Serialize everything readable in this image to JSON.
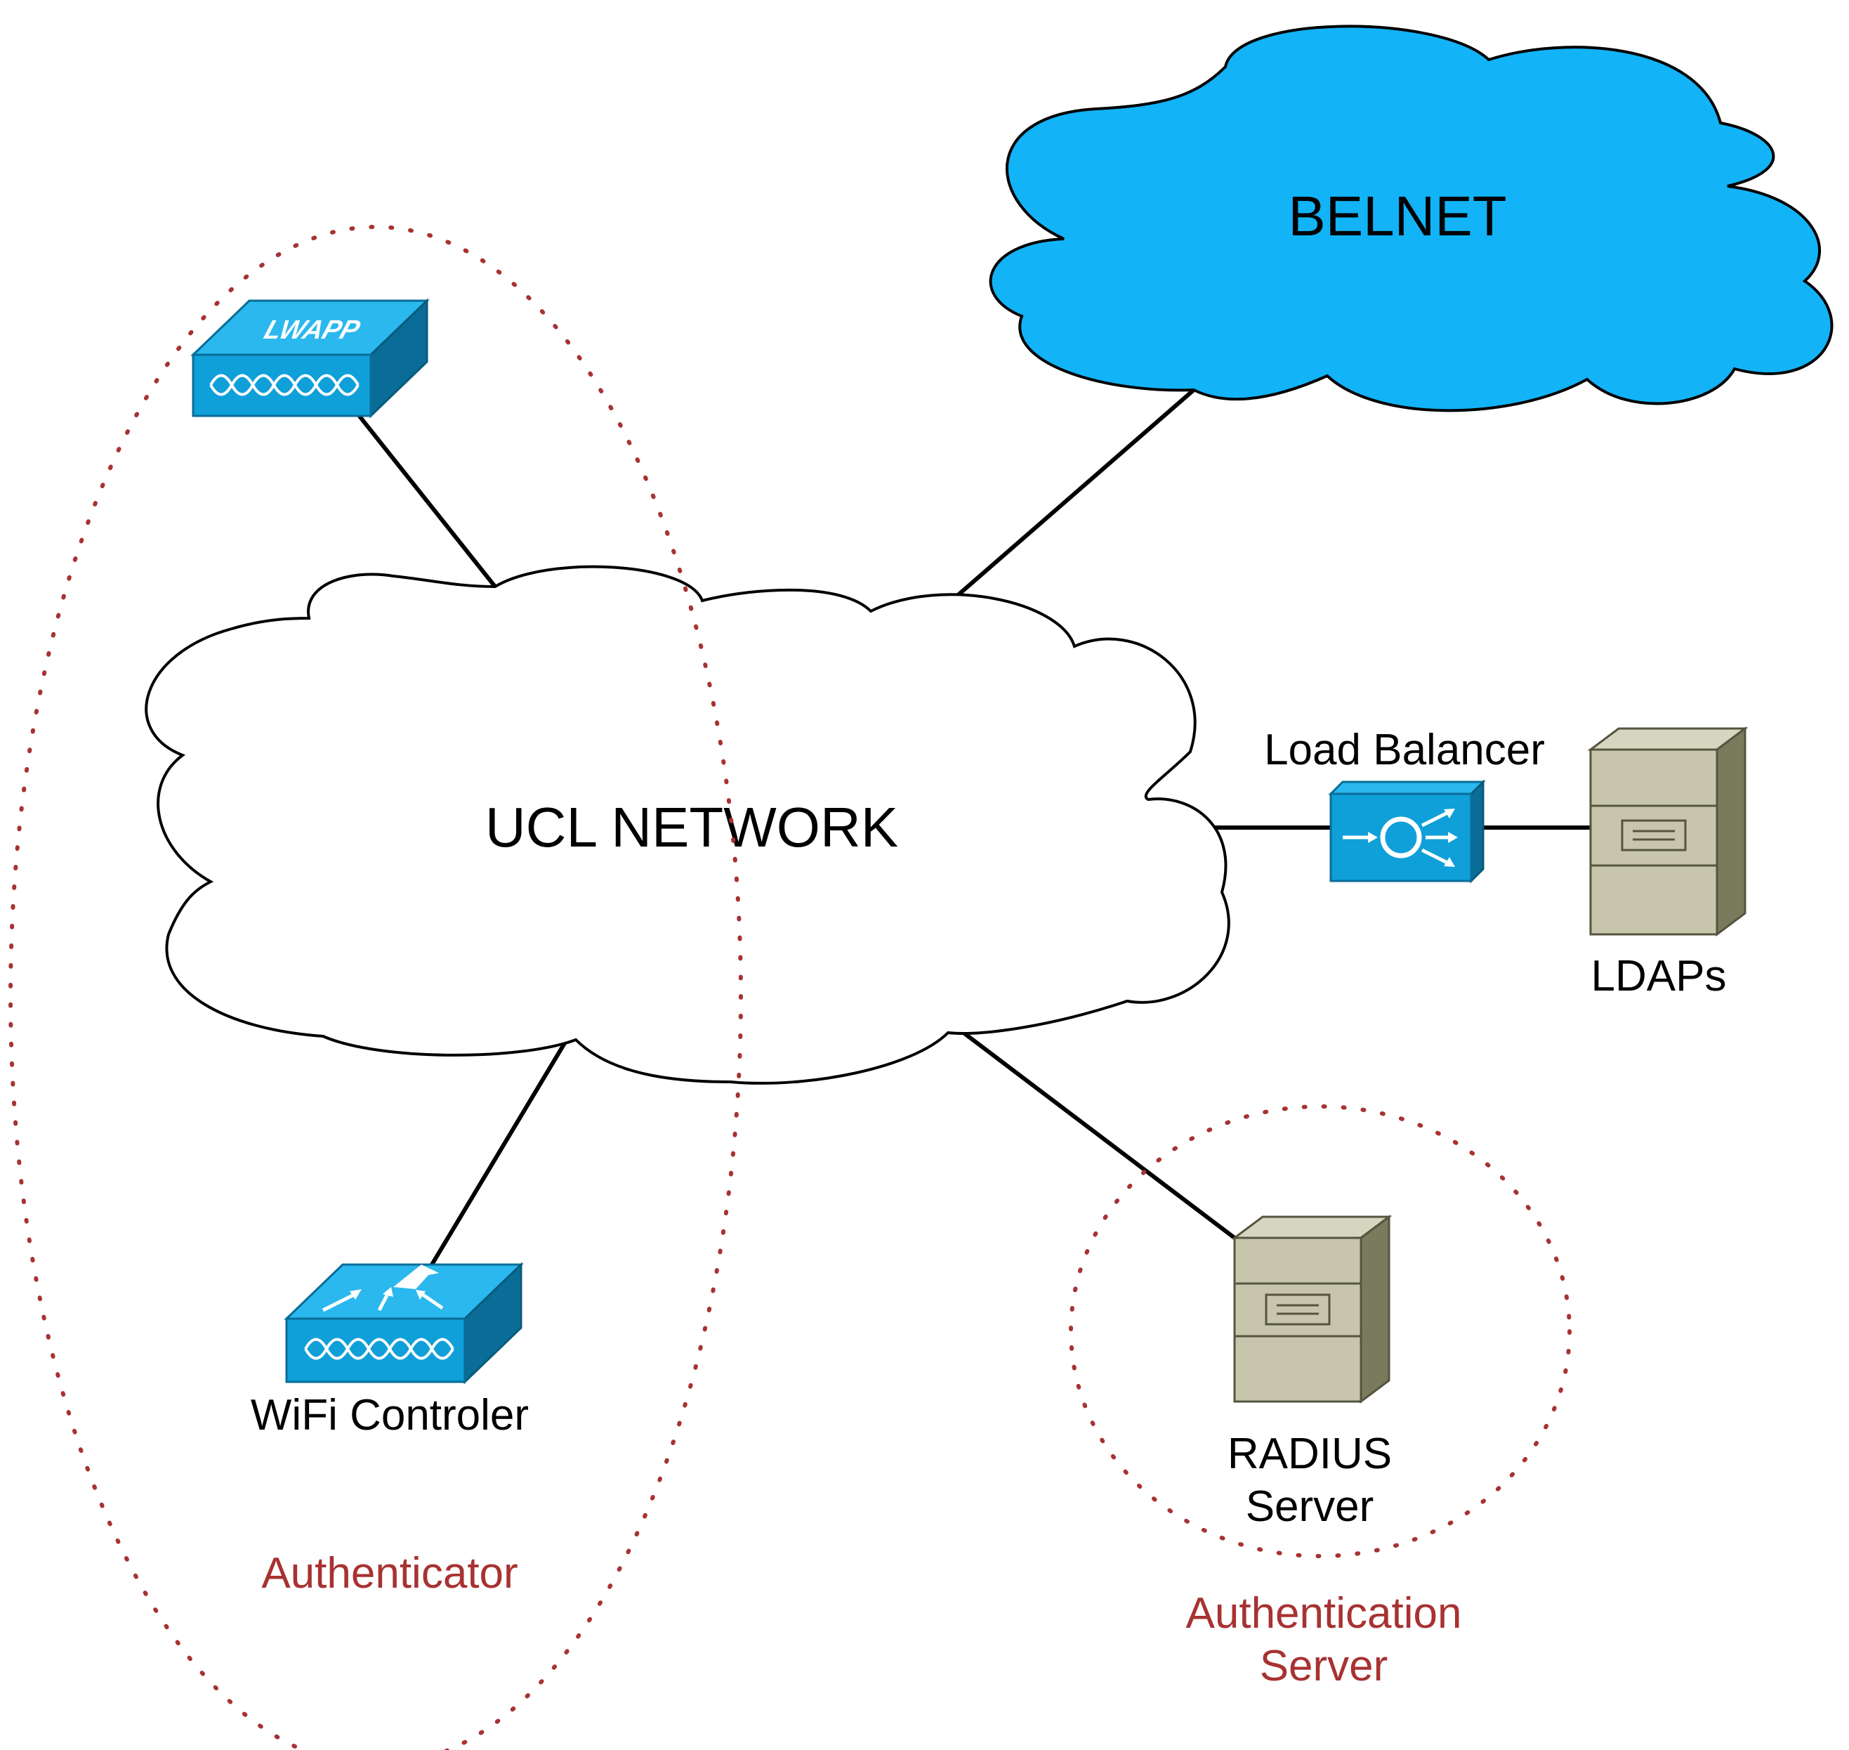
{
  "diagram": {
    "clouds": {
      "belnet": {
        "label": "BELNET",
        "fill": "#12b3f7"
      },
      "ucl": {
        "label": "UCL NETWORK",
        "fill": "#ffffff"
      }
    },
    "devices": {
      "lwapp": {
        "label": "LWAPP",
        "icon": "lwapp-access-point-icon"
      },
      "wifi_controller": {
        "label": "WiFi Controler",
        "icon": "wireless-lan-controller-icon"
      },
      "load_balancer": {
        "label": "Load Balancer",
        "icon": "load-balancer-icon"
      },
      "ldaps": {
        "label": "LDAPs",
        "icon": "file-server-icon"
      },
      "radius": {
        "label_line1": "RADIUS",
        "label_line2": "Server",
        "icon": "file-server-icon"
      }
    },
    "groups": {
      "authenticator": {
        "label": "Authenticator"
      },
      "authentication_server": {
        "label_line1": "Authentication",
        "label_line2": "Server"
      }
    },
    "colors": {
      "device_blue": "#0f9fd9",
      "device_blue_dark": "#0a6d97",
      "server_front": "#c7c6ad",
      "server_side": "#7a7a5c",
      "group_outline": "#a83232",
      "link": "#000000"
    }
  }
}
